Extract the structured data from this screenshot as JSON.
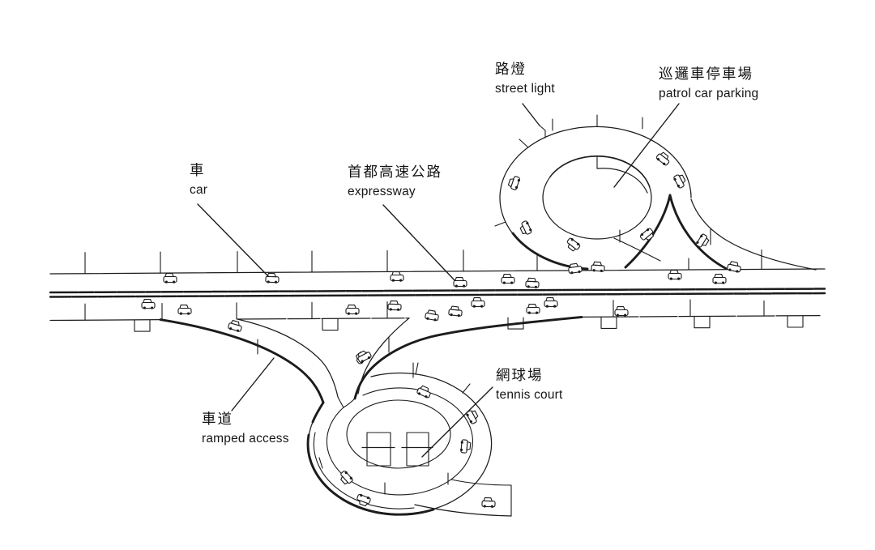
{
  "figure": {
    "background": "#ffffff",
    "ink_color": "#1c1c1c",
    "description": "Axonometric ink line drawing of an elevated expressway with two spiral loop ramps; cars and street lights along the roads; tennis courts sit inside the lower loop and patrol-car parking inside the upper loop."
  },
  "labels": {
    "street_light": {
      "zh": "路燈",
      "en": "street light"
    },
    "patrol_car_parking": {
      "zh": "巡邏車停車場",
      "en": "patrol car parking"
    },
    "car": {
      "zh": "車",
      "en": "car"
    },
    "expressway": {
      "zh": "首都高速公路",
      "en": "expressway"
    },
    "tennis_court": {
      "zh": "網球場",
      "en": "tennis court"
    },
    "ramped_access": {
      "zh": "車道",
      "en": "ramped access"
    }
  }
}
